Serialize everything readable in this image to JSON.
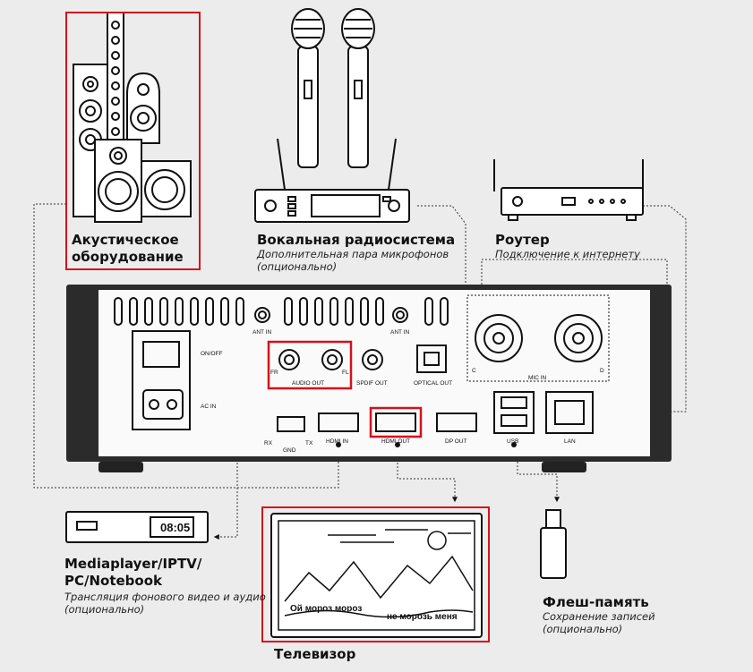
{
  "components": {
    "speakers": {
      "title": "Акустическое\nоборудование"
    },
    "mics": {
      "title": "Вокальная радиосистема",
      "subtitle": "Дополнительная пара микрофонов\n(опционально)"
    },
    "router": {
      "title": "Роутер",
      "subtitle": "Подключение к интернету"
    },
    "mediaplayer": {
      "title": "Mediaplayer/IPTV/\nPC/Notebook",
      "subtitle": "Трансляция фонового видео и аудио\n(опционально)",
      "display": "08:05"
    },
    "tv": {
      "title": "Телевизор",
      "lyric_line1": "Ой мороз мороз",
      "lyric_line2": "не морозь меня"
    },
    "flash": {
      "title": "Флеш-память",
      "subtitle": "Сохранение записей\n(опционально)"
    }
  },
  "device_ports": {
    "on_off": "ON/OFF",
    "ac_in": "AC IN",
    "ant_in_left": "ANT IN",
    "ant_in_right": "ANT IN",
    "fr": "FR",
    "fl": "FL",
    "audio_out": "AUDIO OUT",
    "spdif_out": "SPDIF OUT",
    "optical_out": "OPTICAL OUT",
    "mic_c": "C",
    "mic_d": "D",
    "mic_in": "MIC IN",
    "rx": "RX",
    "gnd": "GND",
    "tx": "TX",
    "hdmi_in": "HDMI IN",
    "hdmi_out": "HDMI OUT",
    "dp_out": "DP OUT",
    "usb": "USB",
    "lan": "LAN"
  },
  "colors": {
    "highlight": "#d3131c",
    "line": "#111111",
    "background": "#ececec"
  }
}
